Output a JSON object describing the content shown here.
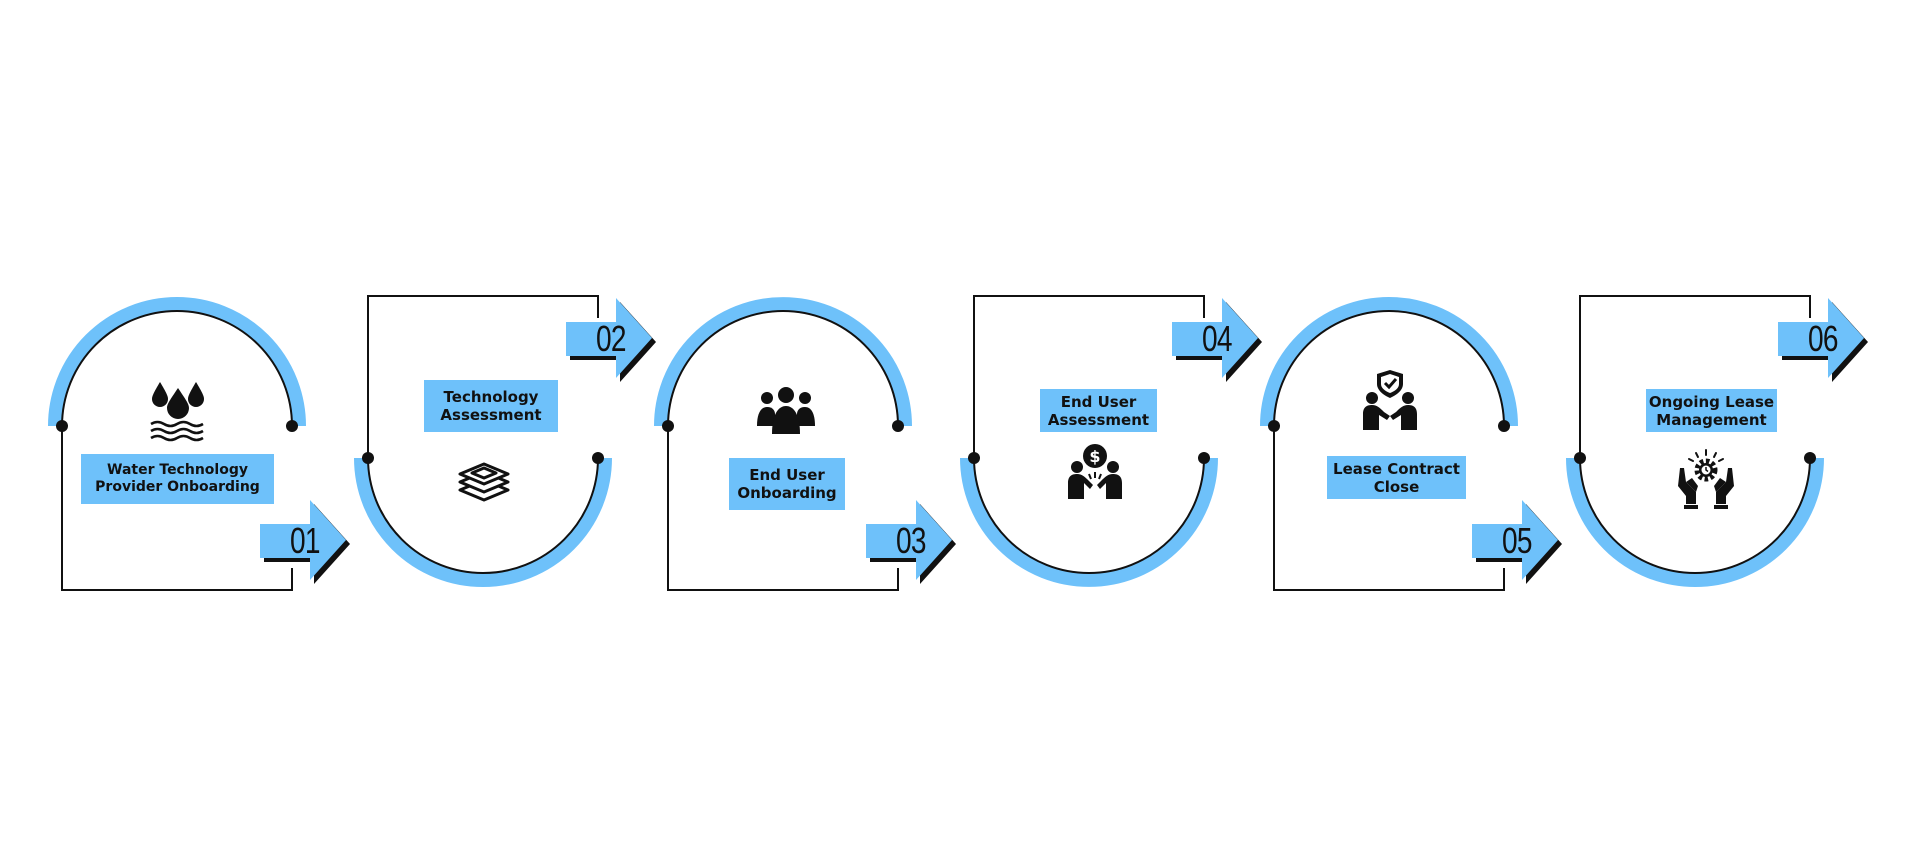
{
  "steps": [
    {
      "number": "01",
      "label_line1": "Water Technology",
      "label_line2": "Provider Onboarding",
      "icon": "water-drops-icon"
    },
    {
      "number": "02",
      "label_line1": "Technology",
      "label_line2": "Assessment",
      "icon": "layers-icon"
    },
    {
      "number": "03",
      "label_line1": "End User",
      "label_line2": "Onboarding",
      "icon": "users-group-icon"
    },
    {
      "number": "04",
      "label_line1": "End User",
      "label_line2": "Assessment",
      "icon": "money-handshake-icon"
    },
    {
      "number": "05",
      "label_line1": "Lease Contract",
      "label_line2": "Close",
      "icon": "shield-handshake-icon"
    },
    {
      "number": "06",
      "label_line1": "Ongoing Lease",
      "label_line2": "Management",
      "icon": "hands-gear-icon"
    }
  ],
  "colors": {
    "accent": "#6ec1fa",
    "line": "#111111"
  }
}
